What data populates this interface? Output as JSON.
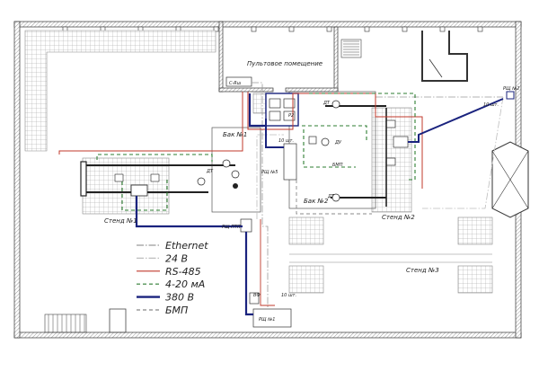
{
  "labels": {
    "control_room": "Пультовое помещение",
    "tank1": "Бак №1",
    "tank2": "Бак №2",
    "stand1": "Стенд №1",
    "stand2": "Стенд №2",
    "stand3": "Стенд №3",
    "cabinet_rp5": "РЩ №5",
    "cabinet_rp1": "РЩ №1",
    "cabinet_rp2": "РЩ №2",
    "cabinet_rp_ptp": "РЩ ПТП",
    "switch": "С-Rш",
    "bmp": "БМП",
    "qty_10": "10 шт.",
    "tag_dt": "ДТ",
    "tag_du": "ДУ",
    "tag_vf": "ВФ",
    "tag_p2": "P2"
  },
  "legend": [
    {
      "name": "Ethernet",
      "color": "#9a9a9a",
      "style": "dashdot"
    },
    {
      "name": "24 В",
      "color": "#bdbdbd",
      "style": "dashdot"
    },
    {
      "name": "RS-485",
      "color": "#c0392b",
      "style": "solid"
    },
    {
      "name": "4-20 мА",
      "color": "#2e7d32",
      "style": "dashed"
    },
    {
      "name": "380 В",
      "color": "#1a237e",
      "style": "solid"
    },
    {
      "name": "БМП",
      "color": "#888888",
      "style": "dashed"
    }
  ]
}
